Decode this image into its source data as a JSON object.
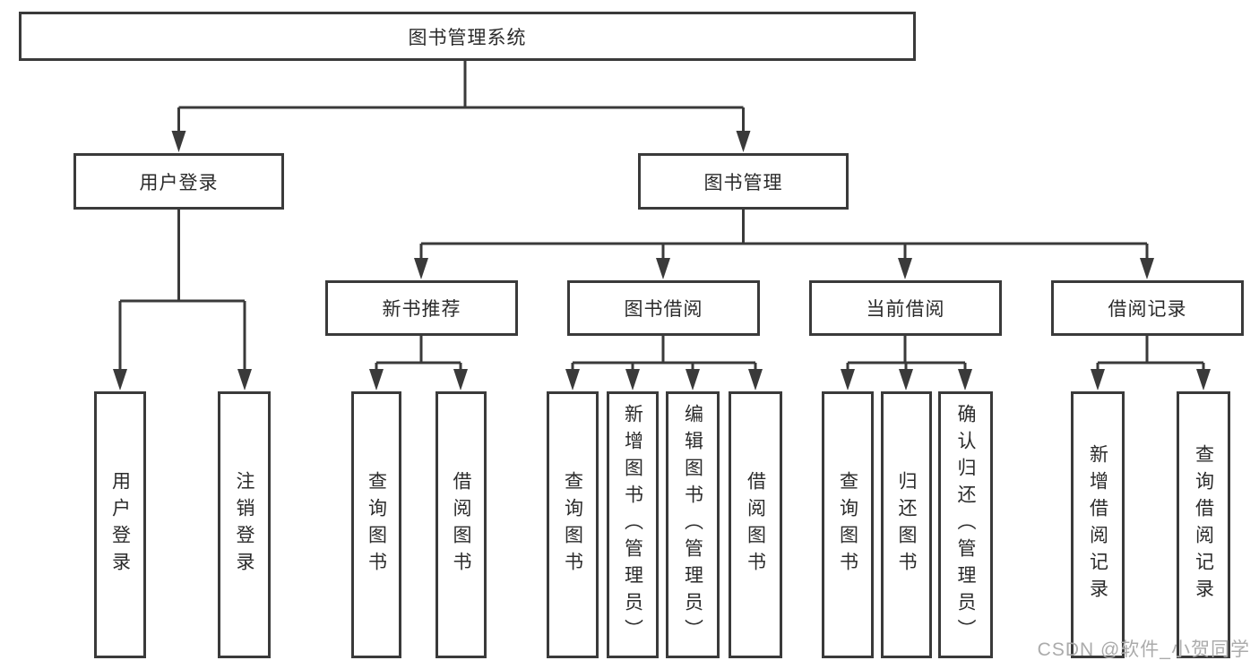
{
  "colors": {
    "line": "#3a3a3a",
    "text": "#2b2b2b",
    "watermark": "#ababab",
    "background": "#ffffff"
  },
  "watermark": {
    "text": "CSDN @软件_小贺同学"
  },
  "tree": {
    "root": {
      "label": "图书管理系统",
      "children": [
        {
          "label": "用户登录",
          "children": [
            {
              "label": "用户登录"
            },
            {
              "label": "注销登录"
            }
          ]
        },
        {
          "label": "图书管理",
          "children": [
            {
              "label": "新书推荐",
              "children": [
                {
                  "label": "查询图书"
                },
                {
                  "label": "借阅图书"
                }
              ]
            },
            {
              "label": "图书借阅",
              "children": [
                {
                  "label": "查询图书"
                },
                {
                  "label": "新增图书（管理员）"
                },
                {
                  "label": "编辑图书（管理员）"
                },
                {
                  "label": "借阅图书"
                }
              ]
            },
            {
              "label": "当前借阅",
              "children": [
                {
                  "label": "查询图书"
                },
                {
                  "label": "归还图书"
                },
                {
                  "label": "确认归还（管理员）"
                }
              ]
            },
            {
              "label": "借阅记录",
              "children": [
                {
                  "label": "新增借阅记录"
                },
                {
                  "label": "查询借阅记录"
                }
              ]
            }
          ]
        }
      ]
    }
  }
}
